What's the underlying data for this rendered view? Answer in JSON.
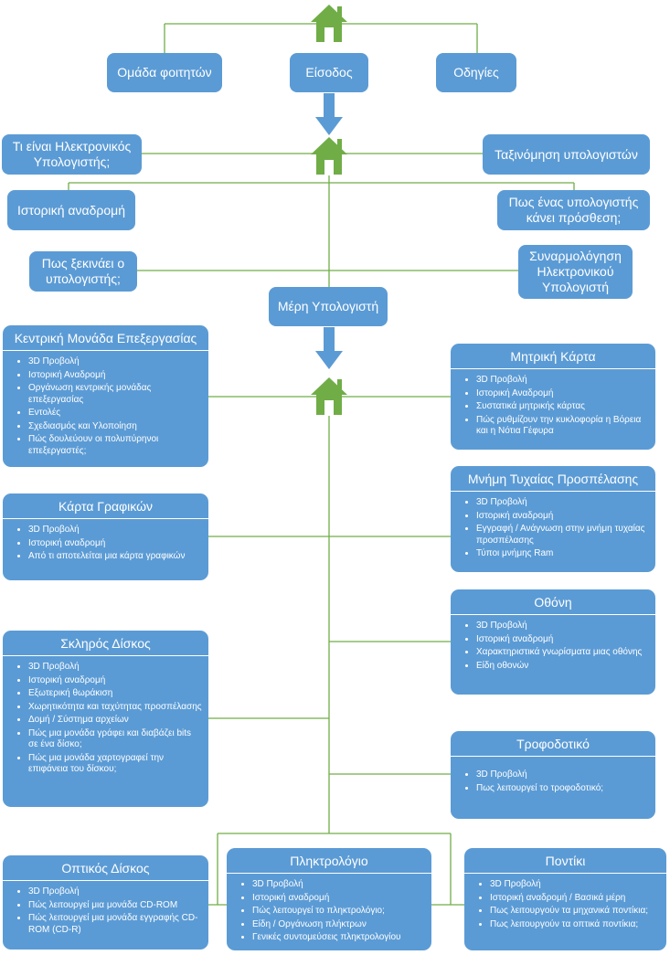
{
  "colors": {
    "box": "#5b9bd5",
    "line": "#70ad47",
    "house": "#70ad47",
    "arrow": "#5b9bd5"
  },
  "icons": {
    "house": "house-icon",
    "arrow": "down-arrow-icon"
  },
  "top": {
    "team": "Ομάδα φοιτητών",
    "entry": "Είσοδος",
    "instructions": "Οδηγίες"
  },
  "middle": {
    "what_is": "Τι είναι Ηλεκτρονικός Υπολογιστής;",
    "classification": "Ταξινόμηση υπολογιστών",
    "history": "Ιστορική αναδρομή",
    "addition": "Πως ένας υπολογιστής κάνει πρόσθεση;",
    "startup": "Πως ξεκινάει ο υπολογιστής;",
    "assembly": "Συναρμολόγηση Ηλεκτρονικού Υπολογιστή",
    "parts": "Μέρη Υπολογιστή"
  },
  "cards": {
    "cpu": {
      "title": "Κεντρική Μονάδα Επεξεργασίας",
      "items": [
        "3D Προβολή",
        "Ιστορική Αναδρομή",
        "Οργάνωση κεντρικής μονάδας επεξεργασίας",
        "Εντολές",
        "Σχεδιασμός και Υλοποίηση",
        "Πώς δουλεύουν οι πολυπύρηνοι επεξεργαστές;"
      ]
    },
    "motherboard": {
      "title": "Μητρική Κάρτα",
      "items": [
        "3D Προβολή",
        "Ιστορική Αναδρομή",
        "Συστατικά μητρικής κάρτας",
        "Πώς ρυθμίζουν την κυκλοφορία η Βόρεια και η Νότια Γέφυρα"
      ]
    },
    "ram": {
      "title": "Μνήμη Τυχαίας Προσπέλασης",
      "items": [
        "3D Προβολή",
        "Ιστορική αναδρομή",
        "Εγγραφή / Ανάγνωση στην μνήμη τυχαίας προσπέλασης",
        "Τύποι μνήμης Ram"
      ]
    },
    "graphics": {
      "title": "Κάρτα Γραφικών",
      "items": [
        "3D Προβολή",
        "Ιστορική αναδρομή",
        "Από τι αποτελείται μια κάρτα γραφικών"
      ]
    },
    "monitor": {
      "title": "Οθόνη",
      "items": [
        "3D Προβολή",
        "Ιστορική αναδρομή",
        "Χαρακτηριστικά γνωρίσματα μιας οθόνης",
        "Είδη οθονών"
      ]
    },
    "hdd": {
      "title": "Σκληρός Δίσκος",
      "items": [
        "3D Προβολή",
        "Ιστορική αναδρομή",
        "Εξωτερική θωράκιση",
        "Χωρητικότητα και ταχύτητας προσπέλασης",
        "Δομή / Σύστημα αρχείων",
        "Πώς μια μονάδα γράφει και διαβάζει bits σε ένα δίσκο;",
        "Πώς μια μονάδα χαρτογραφεί την επιφάνεια του δίσκου;"
      ]
    },
    "psu": {
      "title": "Τροφοδοτικό",
      "items": [
        "3D Προβολή",
        "Πως λειτουργεί το τροφοδοτικό;"
      ]
    },
    "optical": {
      "title": "Οπτικός Δίσκος",
      "items": [
        "3D Προβολή",
        "Πώς λειτουργεί μια μονάδα CD-ROM",
        "Πώς λειτουργεί μια μονάδα εγγραφής CD-ROM (CD-R)"
      ]
    },
    "keyboard": {
      "title": "Πληκτρολόγιο",
      "items": [
        "3D Προβολή",
        "Ιστορική αναδρομή",
        "Πώς λειτουργεί το πληκτρολόγιο;",
        "Είδη / Οργάνωση πλήκτρων",
        "Γενικές συντομεύσεις πληκτρολογίου"
      ]
    },
    "mouse": {
      "title": "Ποντίκι",
      "items": [
        "3D Προβολή",
        "Ιστορική αναδρομή / Βασικά μέρη",
        "Πως λειτουργούν τα μηχανικά ποντίκια;",
        "Πως λειτουργούν τα οπτικά ποντίκια;"
      ]
    }
  }
}
